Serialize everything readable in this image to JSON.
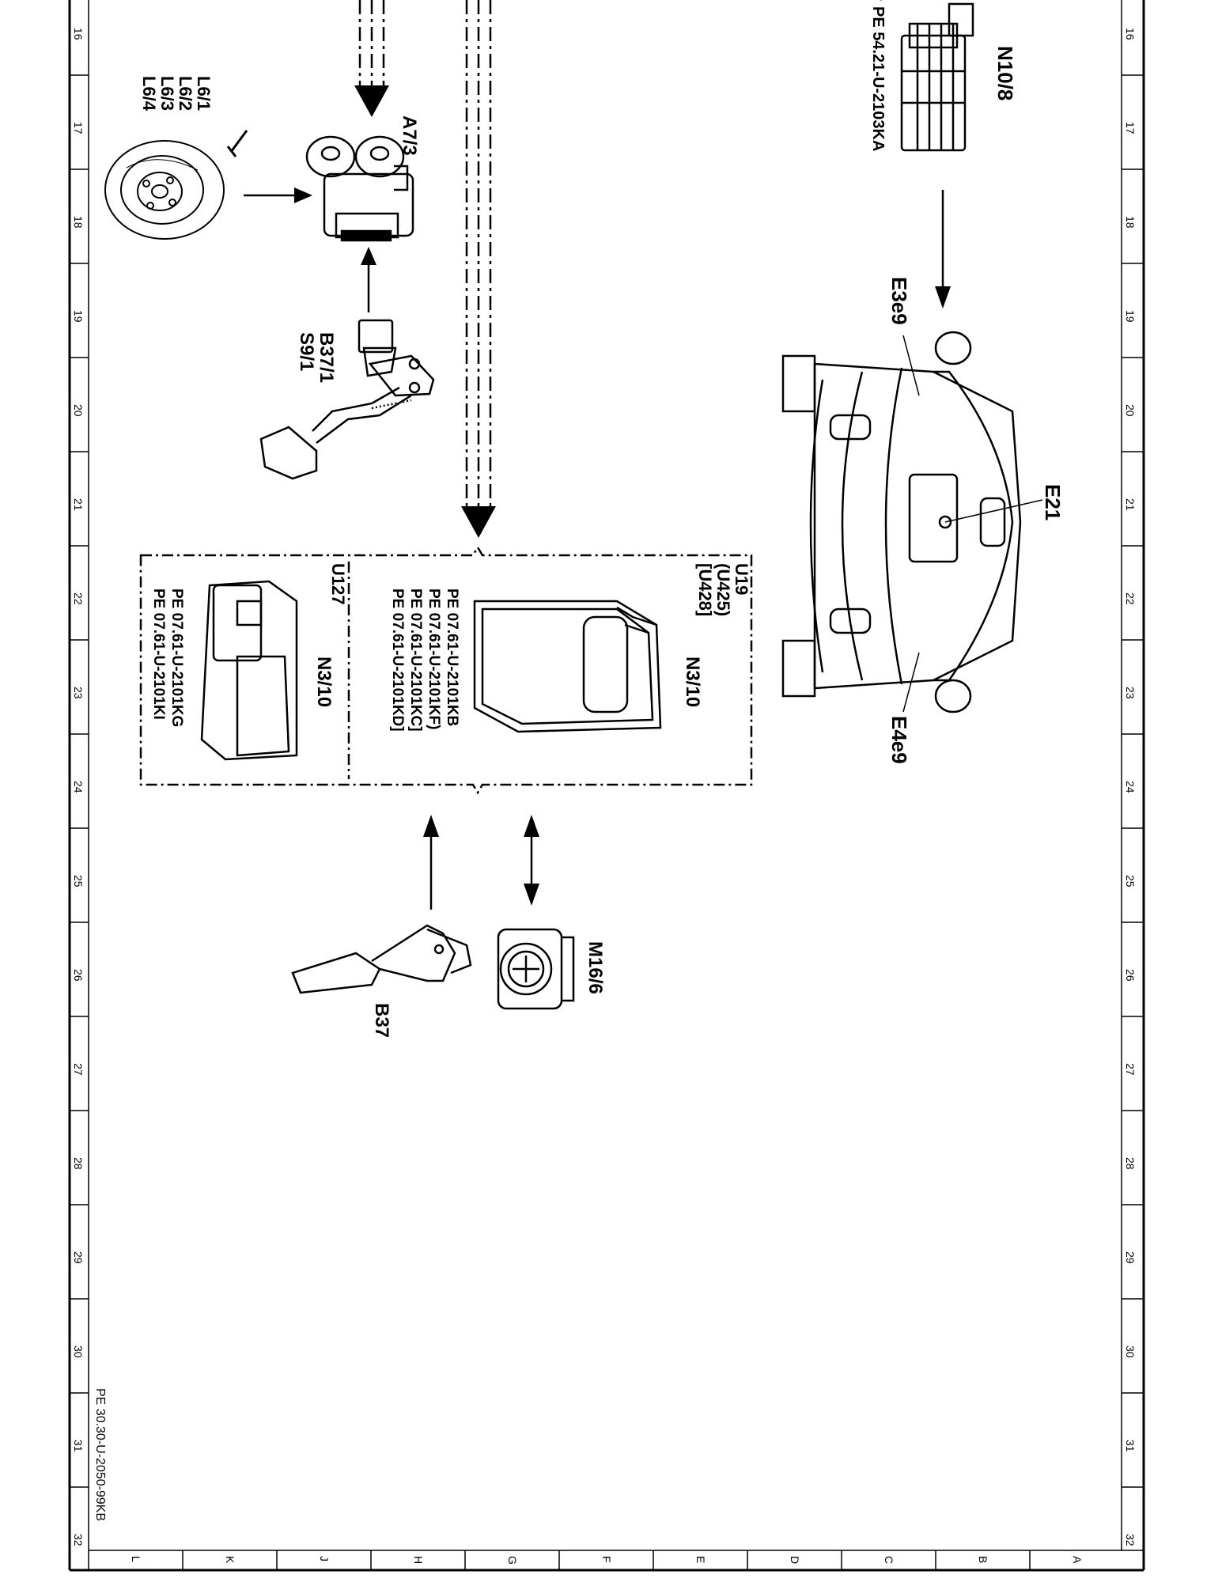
{
  "row_numbers": [
    "16",
    "17",
    "18",
    "19",
    "20",
    "21",
    "22",
    "23",
    "24",
    "25",
    "26",
    "27",
    "28",
    "29",
    "30",
    "31",
    "32"
  ],
  "column_letters": [
    "L",
    "K",
    "J",
    "H",
    "G",
    "F",
    "E",
    "D",
    "C",
    "B",
    "A"
  ],
  "components": {
    "L6": [
      "L6/1",
      "L6/2",
      "L6/3",
      "L6/4"
    ],
    "A7_3": "A7/3",
    "B37_1_S9_1": [
      "B37/1",
      "S9/1"
    ],
    "N10_8": "N10/8",
    "N10_8_ref": "PE 54.21-U-2103KA",
    "E3e9": "E3e9",
    "E4e9": "E4e9",
    "E21": "E21",
    "M16_6": "M16/6",
    "B37": "B37"
  },
  "ecu_box": {
    "variants": [
      "U19",
      "(U425)",
      "[U428]"
    ],
    "part": "N3/10",
    "refs": [
      "PE 07.61-U-2101KB",
      "PE 07.61-U-2101KF)",
      "PE 07.61-U-2101KC]",
      "PE 07.61-U-2101KD]"
    ]
  },
  "ecu_box_u127": {
    "variant": "U127",
    "part": "N3/10",
    "refs": [
      "PE 07.61-U-2101KG",
      "PE 07.61-U-2101KI"
    ]
  },
  "document_ref": "PE 30.30-U-2050-99KB"
}
